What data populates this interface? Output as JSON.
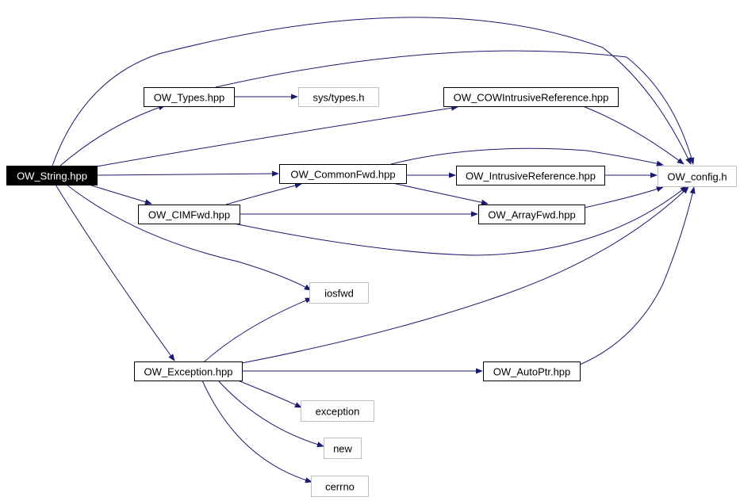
{
  "diagram": {
    "colors": {
      "edge": "#191970",
      "root_fill": "#000000",
      "root_text": "#ffffff",
      "node_border": "#000000",
      "external_border": "#bfbfbf",
      "node_text": "#000000"
    },
    "nodes": {
      "ow_string": {
        "label": "OW_String.hpp",
        "kind": "root"
      },
      "ow_types": {
        "label": "OW_Types.hpp",
        "kind": "file"
      },
      "sys_types": {
        "label": "sys/types.h",
        "kind": "external"
      },
      "ow_cow": {
        "label": "OW_COWIntrusiveReference.hpp",
        "kind": "file"
      },
      "ow_commonfwd": {
        "label": "OW_CommonFwd.hpp",
        "kind": "file"
      },
      "ow_intrusive": {
        "label": "OW_IntrusiveReference.hpp",
        "kind": "file"
      },
      "ow_config": {
        "label": "OW_config.h",
        "kind": "external"
      },
      "ow_cimfwd": {
        "label": "OW_CIMFwd.hpp",
        "kind": "file"
      },
      "ow_arrayfwd": {
        "label": "OW_ArrayFwd.hpp",
        "kind": "file"
      },
      "iosfwd": {
        "label": "iosfwd",
        "kind": "external"
      },
      "ow_exception": {
        "label": "OW_Exception.hpp",
        "kind": "file"
      },
      "ow_autoptr": {
        "label": "OW_AutoPtr.hpp",
        "kind": "file"
      },
      "exception": {
        "label": "exception",
        "kind": "external"
      },
      "new": {
        "label": "new",
        "kind": "external"
      },
      "cerrno": {
        "label": "cerrno",
        "kind": "external"
      }
    },
    "edges": [
      {
        "from": "ow_string",
        "to": "ow_types"
      },
      {
        "from": "ow_string",
        "to": "ow_config"
      },
      {
        "from": "ow_string",
        "to": "ow_cow"
      },
      {
        "from": "ow_string",
        "to": "ow_commonfwd"
      },
      {
        "from": "ow_string",
        "to": "ow_cimfwd"
      },
      {
        "from": "ow_string",
        "to": "iosfwd"
      },
      {
        "from": "ow_string",
        "to": "ow_exception"
      },
      {
        "from": "ow_types",
        "to": "sys_types"
      },
      {
        "from": "ow_types",
        "to": "ow_config"
      },
      {
        "from": "ow_cow",
        "to": "ow_config"
      },
      {
        "from": "ow_commonfwd",
        "to": "ow_intrusive"
      },
      {
        "from": "ow_commonfwd",
        "to": "ow_config"
      },
      {
        "from": "ow_commonfwd",
        "to": "ow_arrayfwd"
      },
      {
        "from": "ow_intrusive",
        "to": "ow_config"
      },
      {
        "from": "ow_cimfwd",
        "to": "ow_commonfwd"
      },
      {
        "from": "ow_cimfwd",
        "to": "ow_arrayfwd"
      },
      {
        "from": "ow_cimfwd",
        "to": "ow_config"
      },
      {
        "from": "ow_arrayfwd",
        "to": "ow_config"
      },
      {
        "from": "ow_exception",
        "to": "iosfwd"
      },
      {
        "from": "ow_exception",
        "to": "ow_config"
      },
      {
        "from": "ow_exception",
        "to": "ow_autoptr"
      },
      {
        "from": "ow_exception",
        "to": "exception"
      },
      {
        "from": "ow_exception",
        "to": "new"
      },
      {
        "from": "ow_exception",
        "to": "cerrno"
      },
      {
        "from": "ow_autoptr",
        "to": "ow_config"
      }
    ]
  }
}
